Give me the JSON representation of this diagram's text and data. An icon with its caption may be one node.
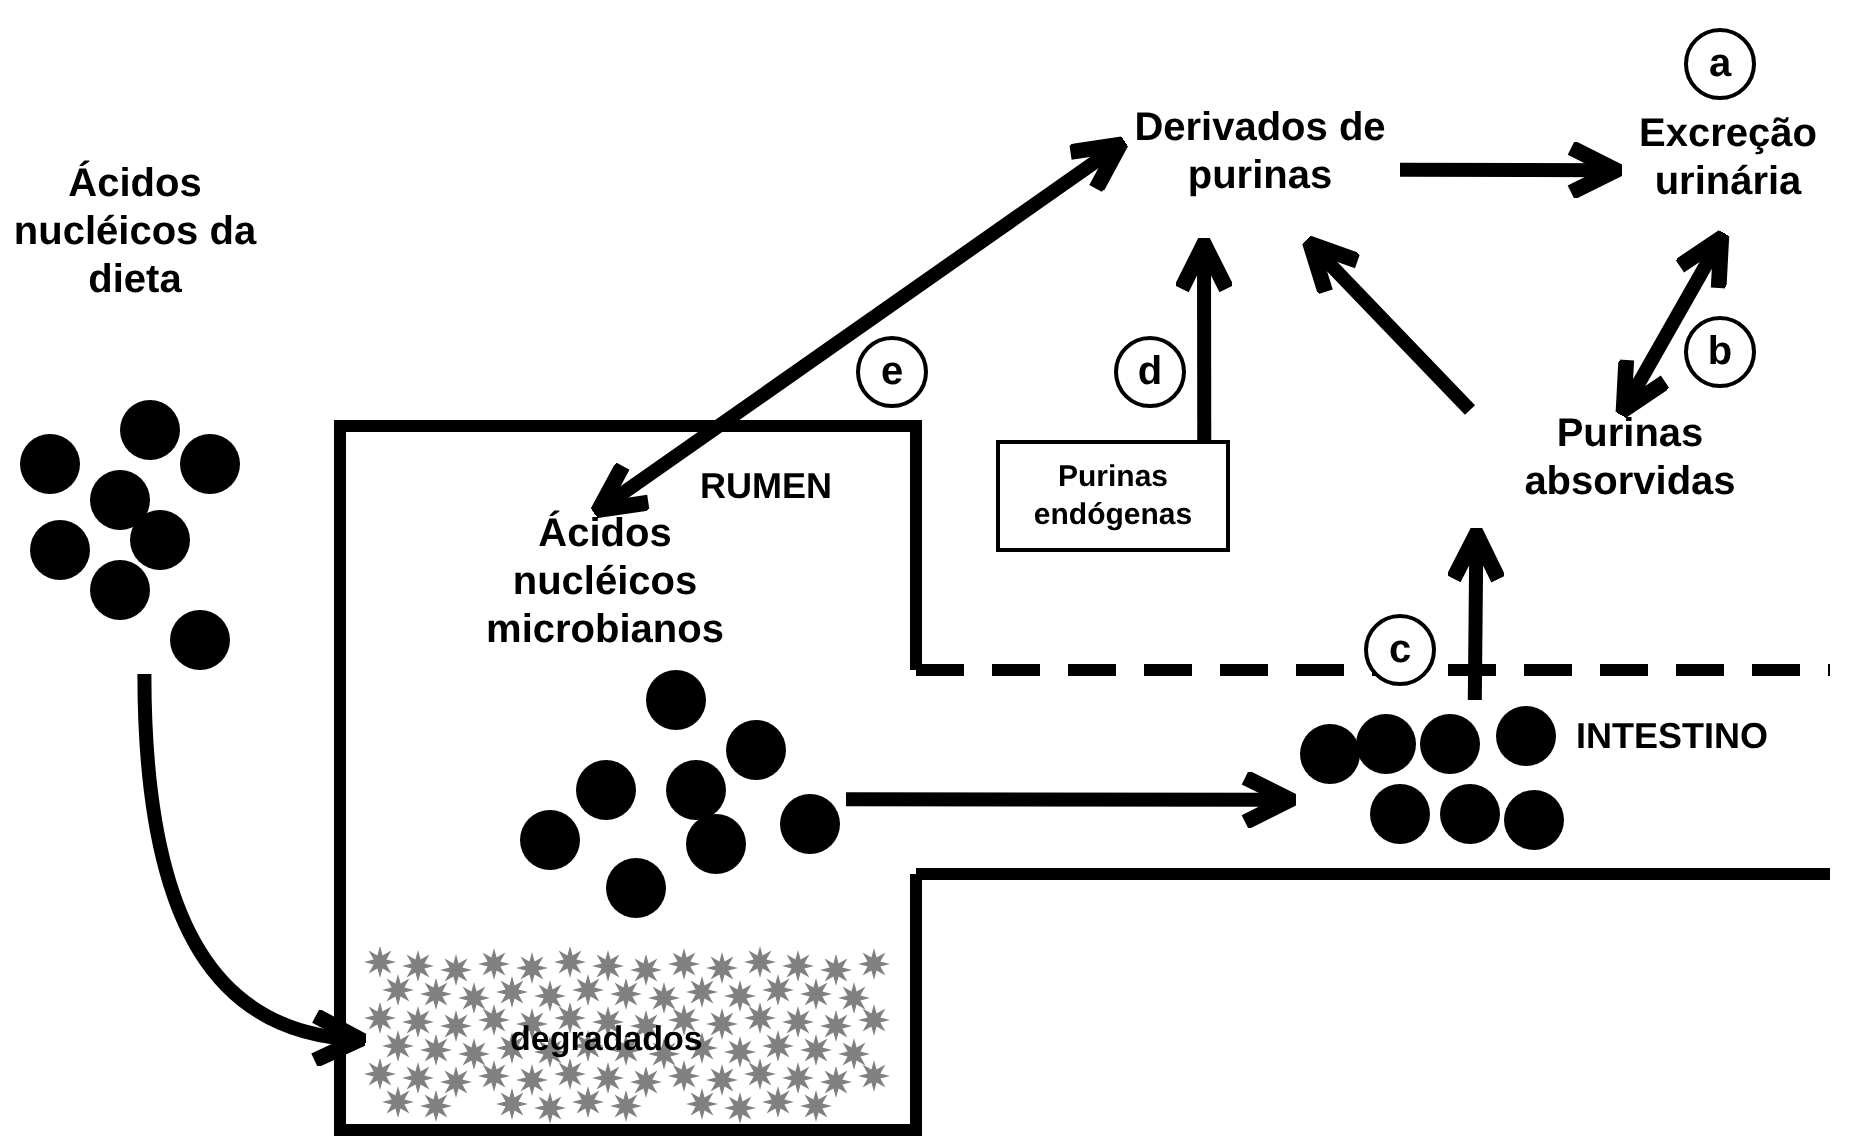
{
  "diagram": {
    "nodes": [
      {
        "text": [
          "Ácidos nucléicos da dieta"
        ]
      },
      {
        "text": [],
        "shape": "picture"
      },
      {
        "text": [
          "Derivados de purinas"
        ]
      },
      {
        "text": [
          "Excreção urinária"
        ]
      },
      {
        "text": [
          "a"
        ]
      },
      {
        "text": [
          "e"
        ]
      },
      {
        "text": [
          "b"
        ]
      },
      {
        "text": [
          "d"
        ]
      },
      {
        "text": [
          "RUMEN"
        ]
      },
      {
        "text": [
          "Ácidos nucléicos microbianos"
        ],
        "in": 8
      },
      {
        "text": [],
        "shape": "picture",
        "in": 8
      },
      {
        "text": [
          "degradados"
        ],
        "in": 8
      },
      {
        "text": [
          "Purinas endógenas"
        ]
      },
      {
        "text": [
          "Purinas absorvidas"
        ]
      },
      {
        "text": [
          "c"
        ]
      },
      {
        "text": [],
        "shape": "picture"
      }
    ],
    "edges": [
      {
        "from": 1,
        "to": 11,
        "arrow": "to"
      },
      {
        "from": 10,
        "to": 15,
        "arrow": "to"
      },
      {
        "from": 15,
        "to": 13,
        "arrow": "to"
      },
      {
        "from": 13,
        "to": 2,
        "arrow": "to"
      },
      {
        "from": 12,
        "to": 2,
        "arrow": "to"
      },
      {
        "from": 2,
        "to": 3,
        "arrow": "to"
      },
      {
        "from": 2,
        "to": 9,
        "arrow": "both"
      },
      {
        "from": 13,
        "to": 3,
        "arrow": "both"
      }
    ],
    "labels": [
      "INTESTINO"
    ]
  }
}
